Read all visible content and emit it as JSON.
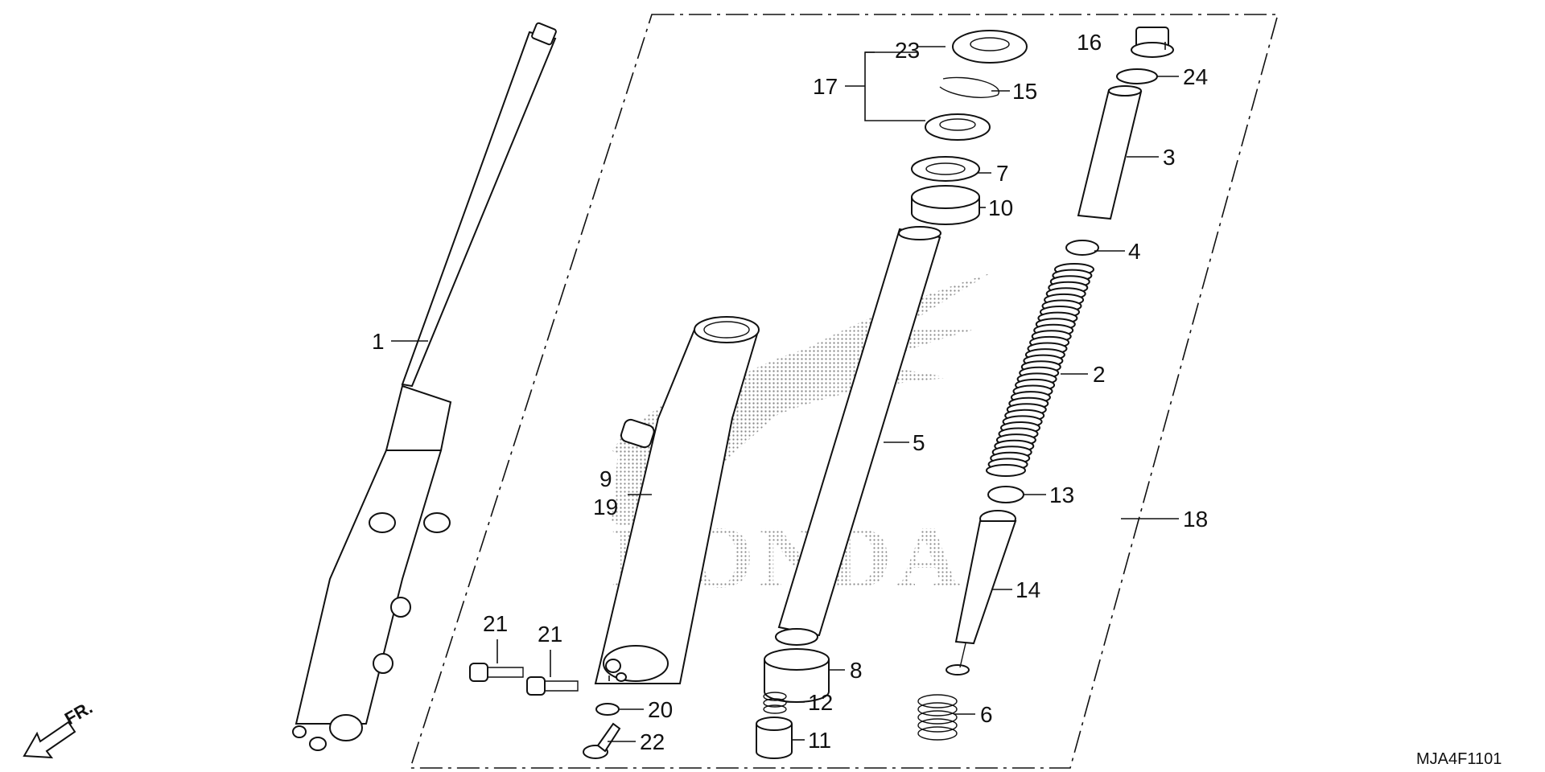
{
  "diagram": {
    "watermark_text": "HONDA",
    "direction_label": "FR.",
    "diagram_code": "MJA4F1101",
    "callouts": {
      "c1": "1",
      "c2": "2",
      "c3": "3",
      "c4": "4",
      "c5": "5",
      "c6": "6",
      "c7": "7",
      "c8": "8",
      "c9": "9",
      "c10": "10",
      "c11": "11",
      "c12": "12",
      "c13": "13",
      "c14": "14",
      "c15": "15",
      "c16": "16",
      "c17": "17",
      "c18": "18",
      "c19": "19",
      "c20": "20",
      "c21a": "21",
      "c21b": "21",
      "c22": "22",
      "c23": "23",
      "c24": "24"
    }
  }
}
